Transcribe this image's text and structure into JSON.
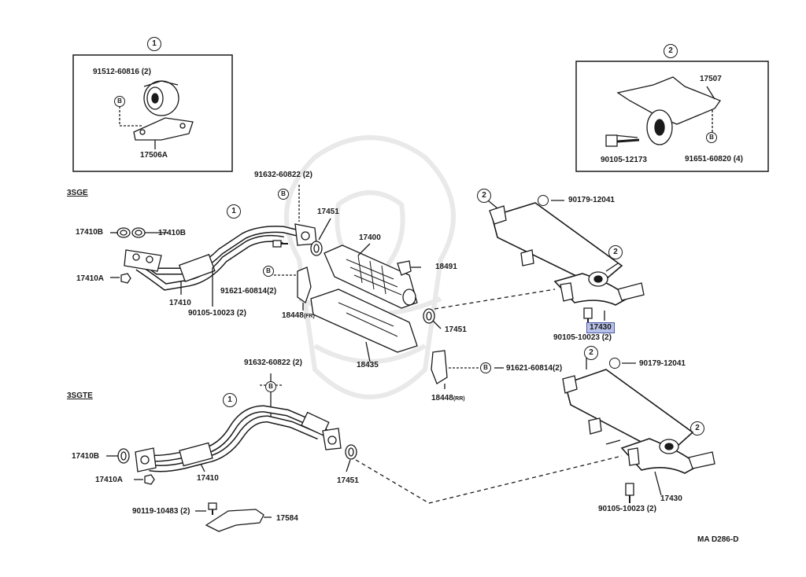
{
  "sections": {
    "s3sge": "3SGE",
    "s3sgte": "3SGTE"
  },
  "insets": {
    "one": {
      "marker": "1",
      "bolt": "91512-60816 (2)",
      "bolt_ref": "B",
      "part": "17506A"
    },
    "two": {
      "marker": "2",
      "part": "17507",
      "bolt": "90105-12173",
      "bolt2": "91651-60820 (4)",
      "bolt2_ref": "B"
    }
  },
  "upper": {
    "marker_1": "1",
    "p_91632_a": "91632-60822 (2)",
    "p_17451_a": "17451",
    "p_17410B_1": "17410B",
    "p_17410B_2": "17410B",
    "p_17400": "17400",
    "p_17410A": "17410A",
    "p_91621_a": "91621-60814(2)",
    "p_91621_a_ref": "B",
    "p_18491": "18491",
    "p_17410": "17410",
    "p_90105_a": "90105-10023 (2)",
    "p_18448fr": "18448",
    "p_18448fr_suffix": "(FR)",
    "p_17451_b": "17451",
    "p_18435": "18435",
    "p_91632_a_ref": "B"
  },
  "right_top": {
    "marker_a": "2",
    "marker_b": "2",
    "p_90179_a": "90179-12041",
    "p_17430_a": "17430",
    "p_90105_b": "90105-10023 (2)"
  },
  "middle": {
    "p_91632_b": "91632-60822 (2)",
    "p_91632_b_ref": "B",
    "p_91621_b": "91621-60814(2)",
    "p_91621_b_ref": "B",
    "p_18448rr": "18448",
    "p_18448rr_suffix": "(RR)"
  },
  "right_bottom": {
    "marker_a": "2",
    "marker_b": "2",
    "p_90179_b": "90179-12041",
    "p_17430_b": "17430",
    "p_90105_c": "90105-10023 (2)"
  },
  "lower": {
    "marker_1": "1",
    "p_17410B": "17410B",
    "p_17410A": "17410A",
    "p_17410": "17410",
    "p_17451": "17451",
    "p_90119": "90119-10483 (2)",
    "p_17584": "17584"
  },
  "footer": {
    "code": "MA D286-D"
  },
  "colors": {
    "ink": "#1a1a1a",
    "highlight": "#b8c2e8",
    "watermark": "#e6e6e6"
  }
}
